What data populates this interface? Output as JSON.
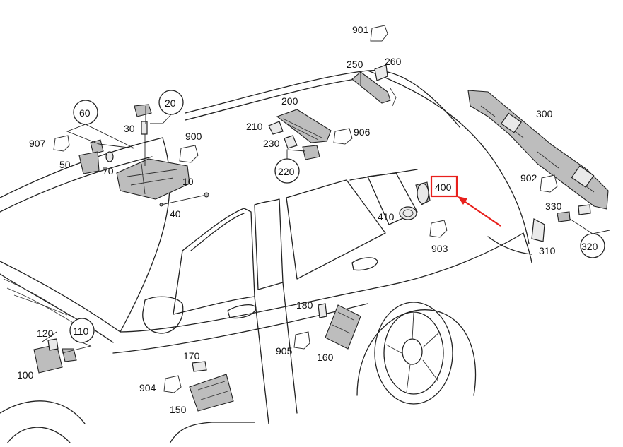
{
  "labels": {
    "l901": "901",
    "l250": "250",
    "l260": "260",
    "l200": "200",
    "l300": "300",
    "l60": "60",
    "l20": "20",
    "l30": "30",
    "l907": "907",
    "l900": "900",
    "l50": "50",
    "l70": "70",
    "l10": "10",
    "l40": "40",
    "l210": "210",
    "l906": "906",
    "l230": "230",
    "l220": "220",
    "l902": "902",
    "l400": "400",
    "l410": "410",
    "l903": "903",
    "l330": "330",
    "l310": "310",
    "l320": "320",
    "l180": "180",
    "l905": "905",
    "l160": "160",
    "l120": "120",
    "l110": "110",
    "l100": "100",
    "l170": "170",
    "l904": "904",
    "l150": "150"
  },
  "highlight": {
    "label": "400",
    "box_color": "#e8201c",
    "arrow_color": "#e8201c"
  }
}
